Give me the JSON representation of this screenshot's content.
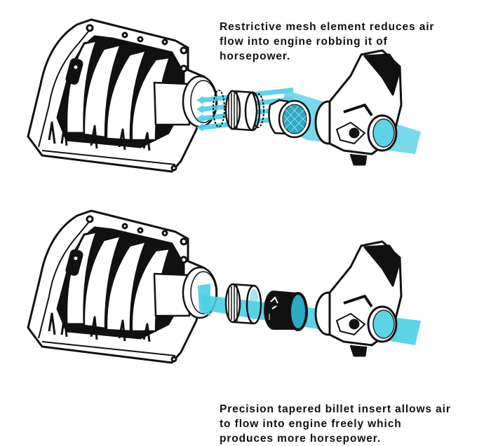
{
  "colors": {
    "airflow": "#4ccfe6",
    "airflow_dark": "#2aa9c4",
    "line": "#111111",
    "background": "#ffffff"
  },
  "panels": [
    {
      "id": "restrictive",
      "caption": "Restrictive mesh element reduces air flow into engine robbing it of horsepower.",
      "caption_lines": [
        "Restrictive mesh element reduces air",
        "flow into engine robbing it of",
        "horsepower."
      ],
      "components": [
        "intake-manifold",
        "threaded-spacer",
        "mesh-filter-element",
        "throttle-body"
      ],
      "airflow": "split-arrows"
    },
    {
      "id": "billet-insert",
      "caption": "Precision tapered billet insert allows air to flow into engine freely which produces more horsepower.",
      "caption_lines": [
        "Precision tapered billet insert allows air",
        "to flow into engine freely which",
        "produces more horsepower."
      ],
      "components": [
        "intake-manifold",
        "threaded-spacer",
        "billet-insert-ring",
        "throttle-body"
      ],
      "airflow": "continuous-band"
    }
  ]
}
